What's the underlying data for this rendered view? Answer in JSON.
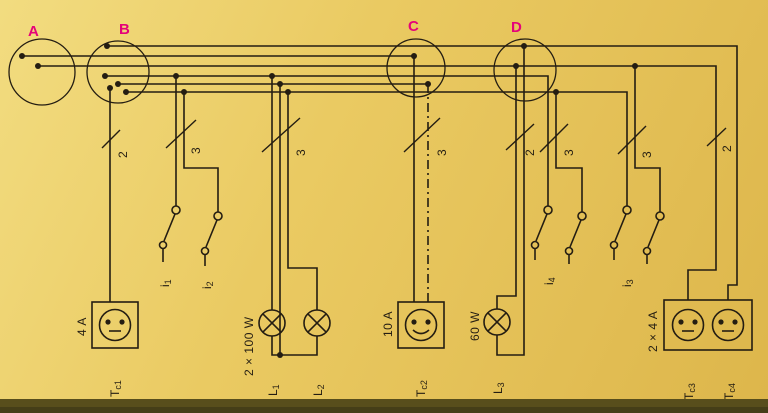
{
  "colors": {
    "background": "#eaca62",
    "line": "#241d12",
    "junction_label": "#e50379",
    "paper_edge": "#584e1c"
  },
  "junctions": {
    "a": "A",
    "b": "B",
    "c": "C",
    "d": "D"
  },
  "conductor_counts": {
    "tc1": "2",
    "i12": "3",
    "l12": "3",
    "tc2": "3",
    "l3": "2",
    "i4": "3",
    "i3": "3",
    "tc34": "2"
  },
  "switches": {
    "i1": {
      "base": "i",
      "sub": "1"
    },
    "i2": {
      "base": "i",
      "sub": "2"
    },
    "i3": {
      "base": "i",
      "sub": "3"
    },
    "i4": {
      "base": "i",
      "sub": "4"
    }
  },
  "lamps": {
    "l1": {
      "base": "L",
      "sub": "1"
    },
    "l2": {
      "base": "L",
      "sub": "2"
    },
    "l3": {
      "base": "L",
      "sub": "3"
    },
    "group_rating": "2 × 100 W",
    "l3_rating": "60 W"
  },
  "sockets": {
    "tc1": {
      "base": "T",
      "sub": "c1",
      "rating": "4 A"
    },
    "tc2": {
      "base": "T",
      "sub": "c2",
      "rating": "10 A"
    },
    "tc3": {
      "base": "T",
      "sub": "c3"
    },
    "tc4": {
      "base": "T",
      "sub": "c4"
    },
    "double_rating": "2 × 4 A"
  }
}
